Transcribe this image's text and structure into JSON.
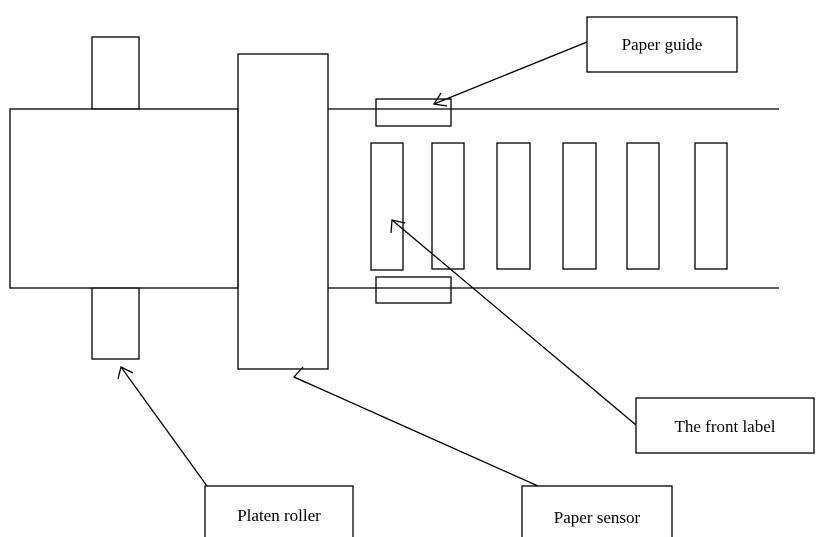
{
  "labels": {
    "paper_guide": "Paper guide",
    "front_label": "The front label",
    "platen_roller": "Platen roller",
    "paper_sensor": "Paper sensor"
  },
  "colors": {
    "stroke": "#000000",
    "background": "#ffffff"
  }
}
